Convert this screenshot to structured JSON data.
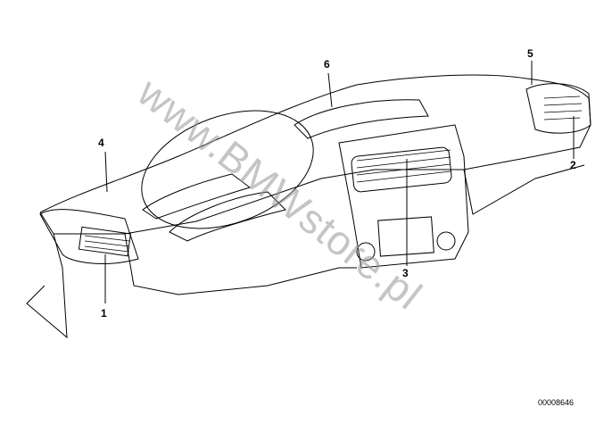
{
  "diagram": {
    "callouts": [
      "1",
      "2",
      "3",
      "4",
      "5",
      "6"
    ],
    "part_code": "00008646",
    "watermark": "www.BMWstore.pl"
  }
}
